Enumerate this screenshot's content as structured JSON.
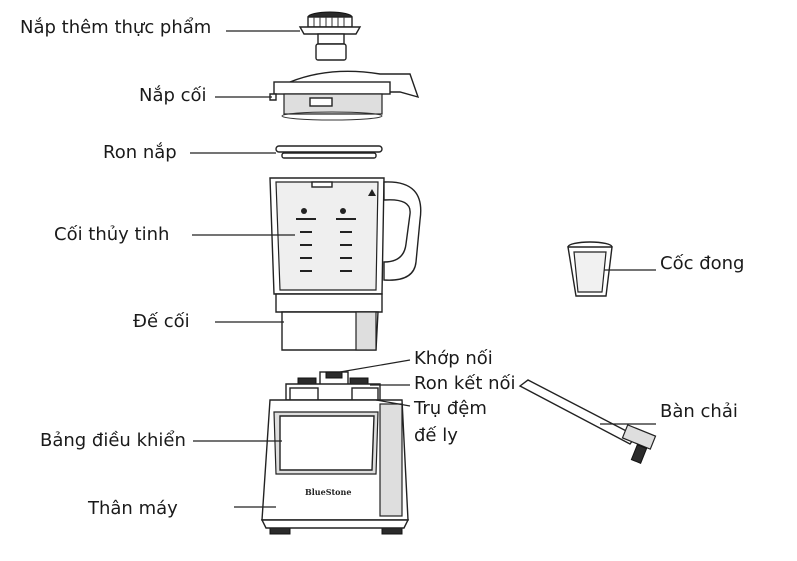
{
  "labels": {
    "nap_them_thuc_pham": "Nắp thêm thực phẩm",
    "nap_coi": "Nắp cối",
    "ron_nap": "Ron nắp",
    "coi_thuy_tinh": "Cối thủy tinh",
    "de_coi": "Đế cối",
    "khop_noi": "Khớp nối",
    "ron_ket_noi": "Ron kết nối",
    "tru_dem_line1": "Trụ  đệm",
    "tru_dem_line2": "đế ly",
    "bang_dieu_khien": "Bảng điều khiển",
    "than_may": "Thân máy",
    "coc_dong": "Cốc đong",
    "ban_chai": "Bàn chải"
  },
  "brand": "BlueStone"
}
